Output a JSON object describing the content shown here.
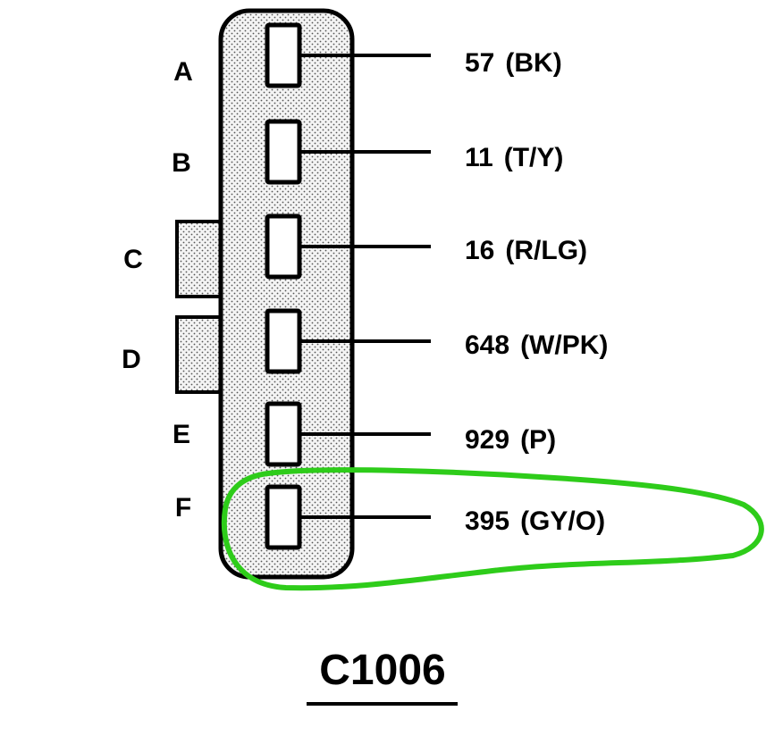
{
  "connector": {
    "id": "C1006",
    "pins": [
      {
        "letter": "A",
        "circuit": "57",
        "color_code": "(BK)"
      },
      {
        "letter": "B",
        "circuit": "11",
        "color_code": "(T/Y)"
      },
      {
        "letter": "C",
        "circuit": "16",
        "color_code": "(R/LG)"
      },
      {
        "letter": "D",
        "circuit": "648",
        "color_code": "(W/PK)"
      },
      {
        "letter": "E",
        "circuit": "929",
        "color_code": "(P)"
      },
      {
        "letter": "F",
        "circuit": "395",
        "color_code": "(GY/O)"
      }
    ],
    "highlighted_pin": "F"
  },
  "colors": {
    "ink": "#000000",
    "body_fill": "#ececec",
    "highlight": "#2ecc1a"
  }
}
